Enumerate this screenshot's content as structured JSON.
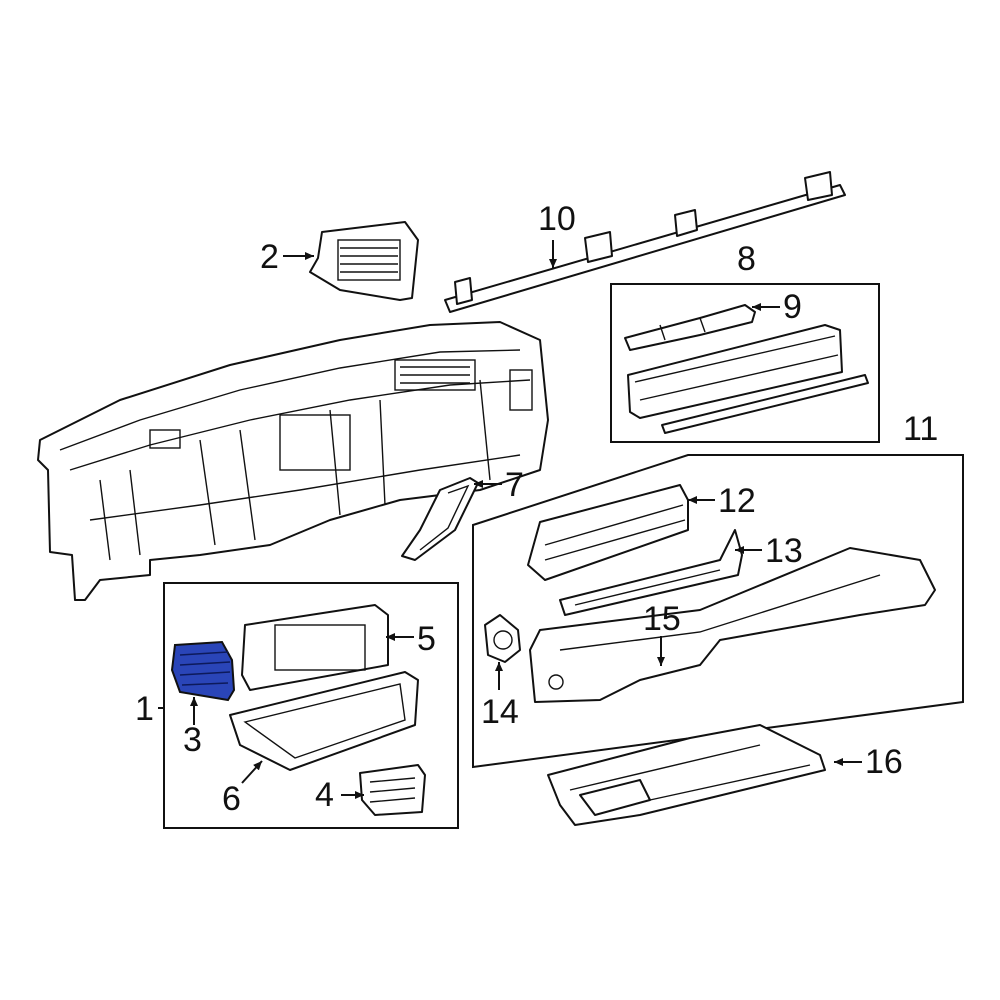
{
  "callouts": {
    "c1": "1",
    "c2": "2",
    "c3": "3",
    "c4": "4",
    "c5": "5",
    "c6": "6",
    "c7": "7",
    "c8": "8",
    "c9": "9",
    "c10": "10",
    "c11": "11",
    "c12": "12",
    "c13": "13",
    "c14": "14",
    "c15": "15",
    "c16": "16"
  },
  "highlight_color": "#2a45b8"
}
